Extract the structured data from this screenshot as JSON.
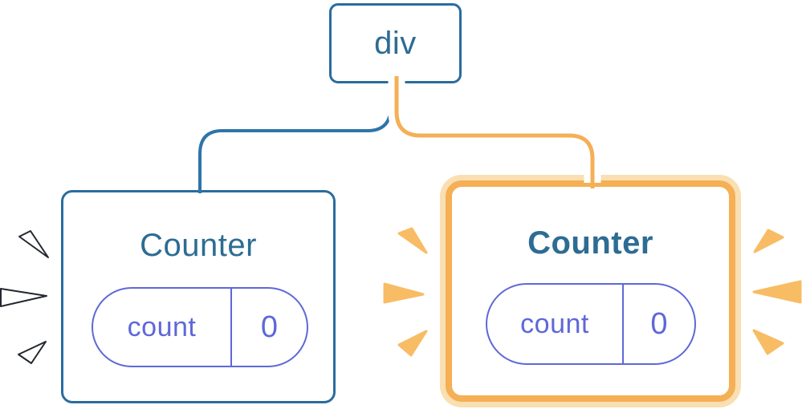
{
  "tree": {
    "root": {
      "label": "div"
    },
    "children": [
      {
        "label": "Counter",
        "highlighted": false,
        "spark_style": "white-outline",
        "pill": {
          "field": "count",
          "value": "0"
        }
      },
      {
        "label": "Counter",
        "highlighted": true,
        "spark_style": "solid-orange",
        "pill": {
          "field": "count",
          "value": "0"
        }
      }
    ]
  },
  "colors": {
    "node_border_blue": "#2A6C9E",
    "node_text_blue": "#2D6C93",
    "connector_blue": "#2E74A8",
    "connector_orange": "#F5AF55",
    "highlight_border_orange": "#F5AF55",
    "highlight_border_light": "#F9DFB2",
    "spark_orange": "#F8BC64",
    "spark_white": "#FFFFFF",
    "spark_outline": "#23272F",
    "pill_indigo": "#5E68D8",
    "background": "#FFFFFF"
  },
  "icons": {
    "spark_left": "update-flash-icon",
    "spark_middle": "update-flash-icon",
    "spark_right": "update-flash-icon"
  }
}
